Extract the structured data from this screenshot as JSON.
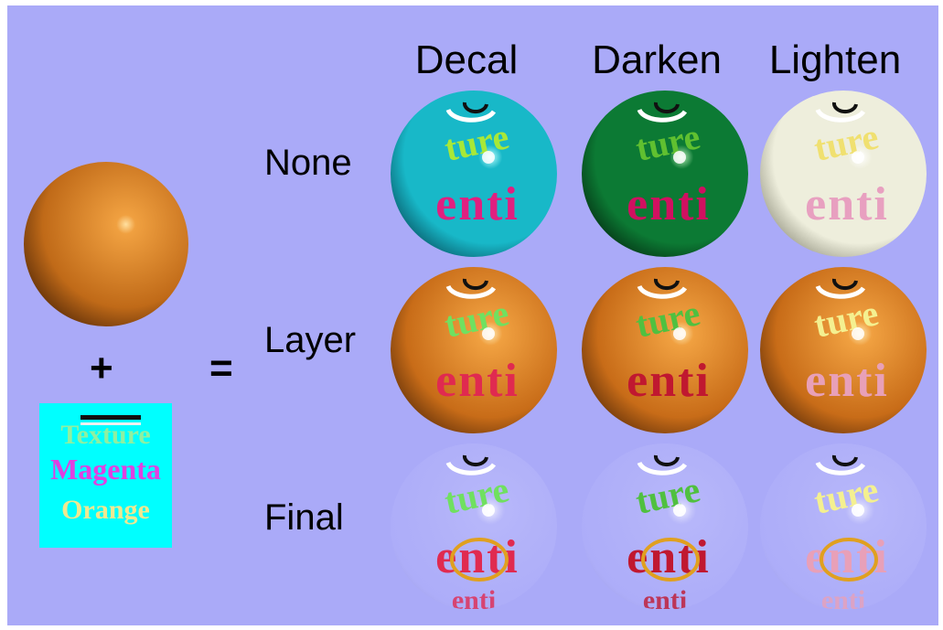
{
  "columns": [
    "Decal",
    "Darken",
    "Lighten"
  ],
  "rows": [
    "None",
    "Layer",
    "Final"
  ],
  "operators": {
    "plus": "+",
    "equals": "="
  },
  "texture_swatch": {
    "lines": [
      {
        "text": "Texture",
        "color": "#8ff0a0"
      },
      {
        "text": "Magenta",
        "color": "#e040e0"
      },
      {
        "text": "Orange",
        "color": "#f0e890"
      }
    ],
    "background": "#00ffff"
  },
  "sphere_text": {
    "top": "ture",
    "band": "enti"
  },
  "colors": {
    "background": "#aaaaf8",
    "base_sphere": "#e08a2a"
  }
}
